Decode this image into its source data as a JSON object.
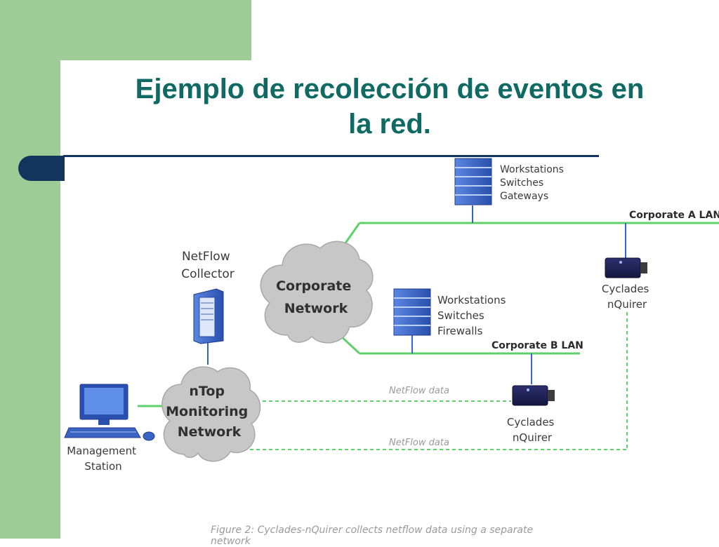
{
  "slide": {
    "title_line1": "Ejemplo de recolección de eventos en",
    "title_line2": "la red.",
    "caption": "Figure 2: Cyclades-nQuirer collects netflow data using a separate network"
  },
  "colors": {
    "band_green": "#9dcc96",
    "title_teal": "#0e6a62",
    "rule_navy": "#13345c",
    "lan_green": "#5fd06a",
    "device_blue": "#3a63c4",
    "cloud_gray": "#c7c7c7"
  },
  "diagram": {
    "top_device": {
      "lines": [
        "Workstations",
        "Switches",
        "Gateways"
      ]
    },
    "lan_a": "Corporate A LAN",
    "corporate_network": {
      "lines": [
        "Corporate",
        "Network"
      ]
    },
    "mid_device": {
      "lines": [
        "Workstations",
        "Switches",
        "Firewalls"
      ]
    },
    "lan_b": "Corporate B  LAN",
    "netflow_collector": {
      "lines": [
        "NetFlow",
        "Collector"
      ]
    },
    "ntop_cloud": {
      "lines": [
        "nTop",
        "Monitoring",
        "Network"
      ]
    },
    "management_station": {
      "lines": [
        "Management",
        "Station"
      ]
    },
    "nquirer_a": {
      "lines": [
        "Cyclades",
        "nQuirer"
      ]
    },
    "nquirer_b": {
      "lines": [
        "Cyclades",
        "nQuirer"
      ]
    },
    "flow_label_1": "NetFlow data",
    "flow_label_2": "NetFlow data"
  }
}
